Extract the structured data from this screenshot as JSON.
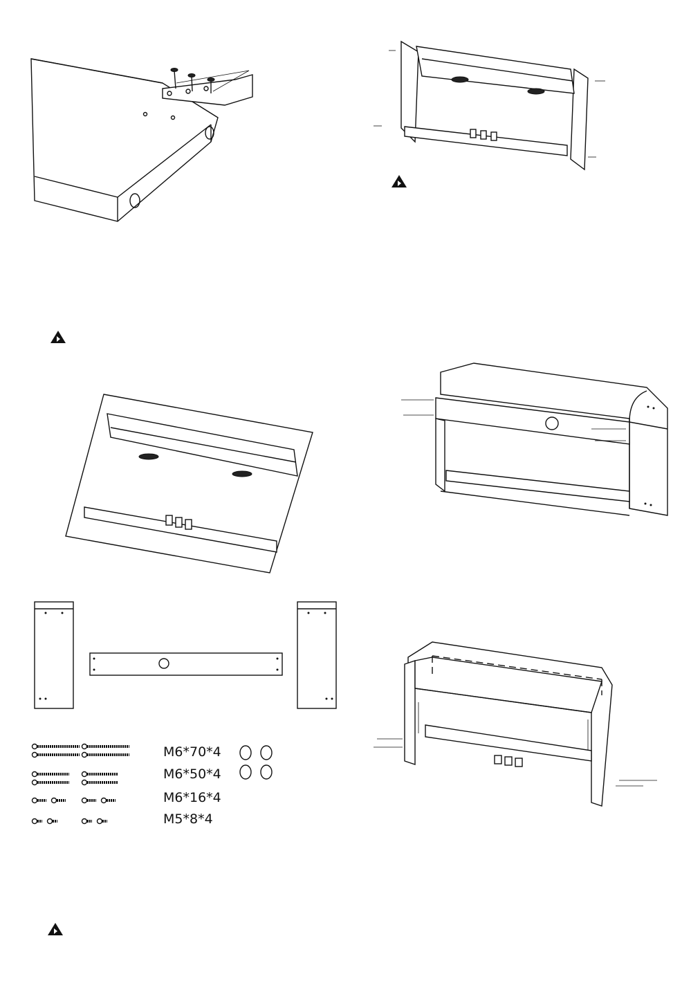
{
  "hardware": {
    "screws": [
      {
        "label": "M6*70*4"
      },
      {
        "label": "M6*50*4"
      },
      {
        "label": "M6*16*4"
      },
      {
        "label": "M5*8*4"
      }
    ]
  },
  "warning_icon": "caution-icon",
  "colors": {
    "ink": "#111111",
    "paper": "#ffffff"
  }
}
